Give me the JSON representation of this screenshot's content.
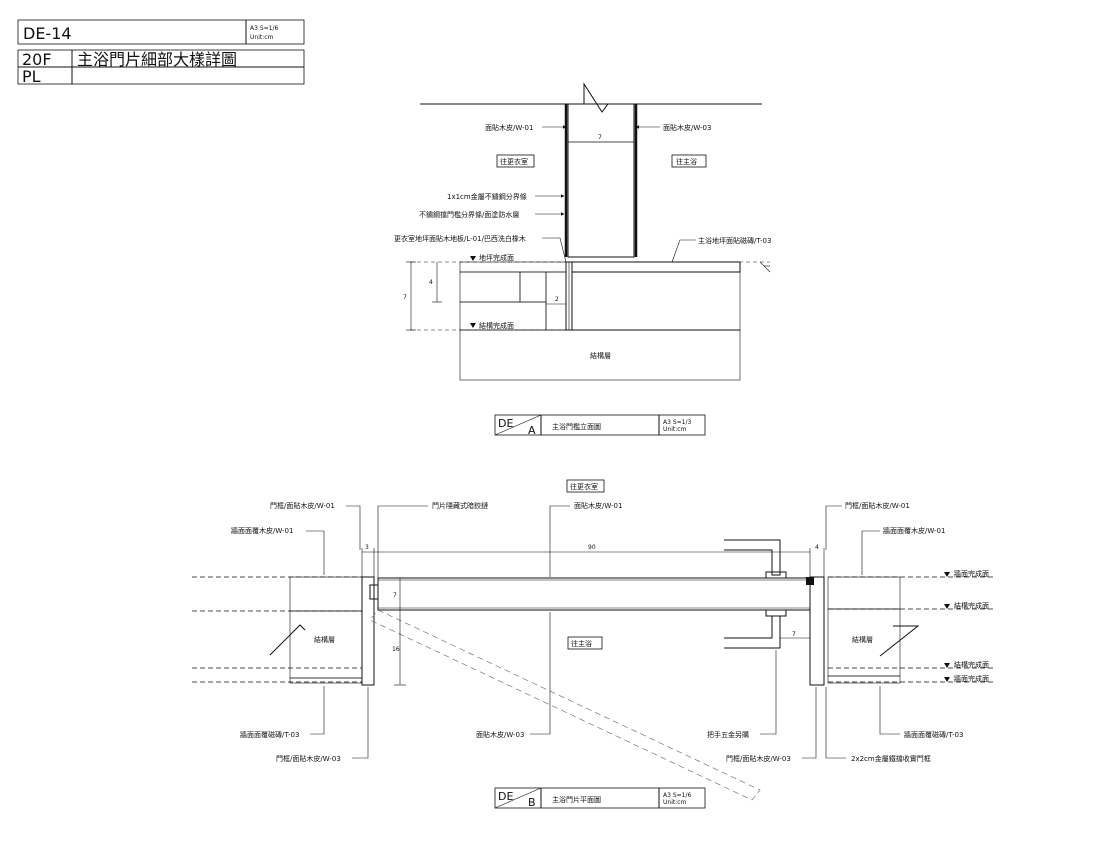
{
  "sheet": {
    "code": "DE-14",
    "scale": "A3 S=1/6",
    "unit": "Unit:cm",
    "floor": "20F",
    "title": "主浴門片細部大樣詳圖",
    "sub": "PL"
  },
  "elevation": {
    "left_top": "面貼木皮/W-01",
    "right_top": "面貼木皮/W-03",
    "dim_top": "7",
    "room_left": "往更衣室",
    "room_right": "往主浴",
    "note1": "1x1cm金屬不鏽鋼分界條",
    "note2": "不鏽鋼擋門檻分界條/面塗防水層",
    "floor_left": "更衣室地坪面貼木地板/L-01/巴西洗白橡木",
    "floor_right": "主浴地坪面貼磁磚/T-03",
    "finish_level": "地坪完成面",
    "struct_level": "結構完成面",
    "struct_layer": "結構層",
    "dim_7": "7",
    "dim_4": "4",
    "dim_2": "2",
    "label_mark": "DE",
    "label_letter": "A",
    "label_title": "主浴門檻立面圖",
    "label_scale": "A3 S=1/3",
    "label_unit": "Unit:cm"
  },
  "plan": {
    "room_top": "往更衣室",
    "room_mid": "往主浴",
    "frame_left_top": "門框/面貼木皮/W-01",
    "wall_left_top": "牆面面覆木皮/W-01",
    "hinge": "門片隱藏式暗鉸鏈",
    "door_face_top": "面貼木皮/W-01",
    "frame_right_top": "門框/面貼木皮/W-01",
    "wall_right_top": "牆面面覆木皮/W-01",
    "dim_3": "3",
    "dim_90": "90",
    "dim_4": "4",
    "dim_7a": "7",
    "dim_7b": "7",
    "dim_16": "16",
    "level_wall_1": "牆面完成面",
    "level_struct_1": "結構完成面",
    "level_struct_2": "結構完成面",
    "level_wall_2": "牆面完成面",
    "struct_left": "結構層",
    "struct_right": "結構層",
    "wall_left_bottom": "牆面面覆磁磚/T-03",
    "frame_left_bottom": "門框/面貼木皮/W-03",
    "door_face_bottom": "面貼木皮/W-03",
    "handle": "把手五金另購",
    "frame_right_bottom": "門框/面貼木皮/W-03",
    "wall_right_bottom": "牆面面覆磁磚/T-03",
    "metal_strip": "2x2cm金屬鐵擋收實門框",
    "label_mark": "DE",
    "label_letter": "B",
    "label_title": "主浴門片平面圖",
    "label_scale": "A3 S=1/6",
    "label_unit": "Unit:cm"
  },
  "colors": {
    "struct_fill": "#9e9e9e",
    "line": "#111111"
  }
}
